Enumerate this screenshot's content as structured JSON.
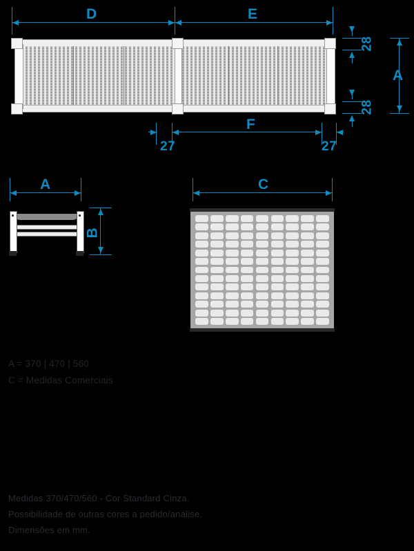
{
  "drawing": {
    "title": "Grelha / Banco - Desenho Tecnico Dimensional",
    "accent_color": "#0d8bc0",
    "background_color": "#000000",
    "metal_color": "#a8a8a8",
    "pill_color": "#eaeaea"
  },
  "dimensions": {
    "d": "D",
    "e": "E",
    "f": "F",
    "a_front": "A",
    "a_side": "A",
    "b": "B",
    "c": "C",
    "top_gap_left": "28",
    "top_gap_right": "28",
    "offset_left": "27",
    "offset_right": "27"
  },
  "legend": {
    "line1": "A = 370 | 470 | 560",
    "line2": "C = Medidas Comerciais"
  },
  "footnote": {
    "line1": "Medidas 370/470/560 - Cor Standard Cinza.",
    "line2": "Possibilidade de outras cores a pedido/análise.",
    "line3": "Dimensões em mm."
  },
  "views": {
    "front_elevation": {
      "name": "front-elevation-grille",
      "panel_count": 6,
      "post_count": 3
    },
    "side_elevation": {
      "name": "side-elevation-bench",
      "leg_count": 2,
      "rail_count": 2
    },
    "plan_view": {
      "name": "plan-view-perforated-tray",
      "pill_columns": 9,
      "pill_rows": 13
    }
  }
}
